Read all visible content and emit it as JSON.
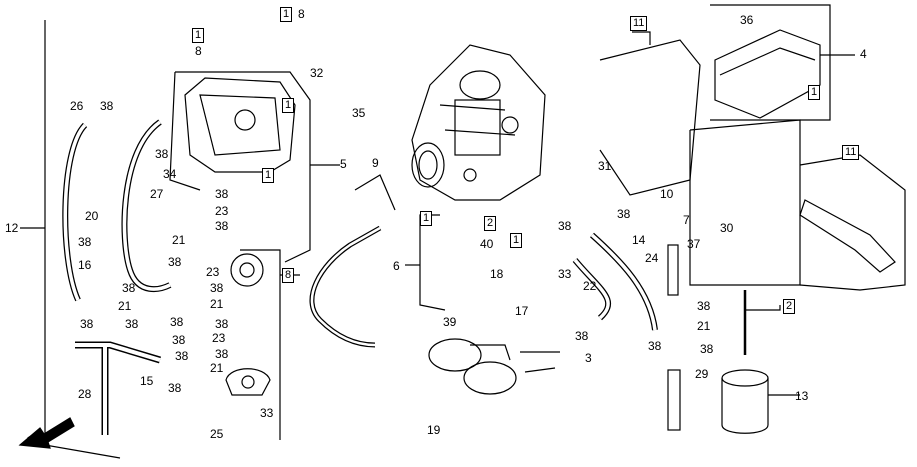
{
  "direction_label": "FR.",
  "part_numbers": {
    "p1": "1",
    "p2": "2",
    "p3": "3",
    "p4": "4",
    "p5": "5",
    "p6": "6",
    "p7": "7",
    "p8": "8",
    "p9": "9",
    "p10": "10",
    "p11": "11",
    "p12": "12",
    "p13": "13",
    "p14": "14",
    "p15": "15",
    "p16": "16",
    "p17": "17",
    "p18": "18",
    "p19": "19",
    "p20": "20",
    "p21": "21",
    "p22": "22",
    "p23": "23",
    "p24": "24",
    "p25": "25",
    "p26": "26",
    "p27": "27",
    "p28": "28",
    "p29": "29",
    "p30": "30",
    "p31": "31",
    "p32": "32",
    "p33": "33",
    "p34": "34",
    "p35": "35",
    "p36": "36",
    "p37": "37",
    "p38": "38",
    "p39": "39",
    "p40": "40"
  }
}
